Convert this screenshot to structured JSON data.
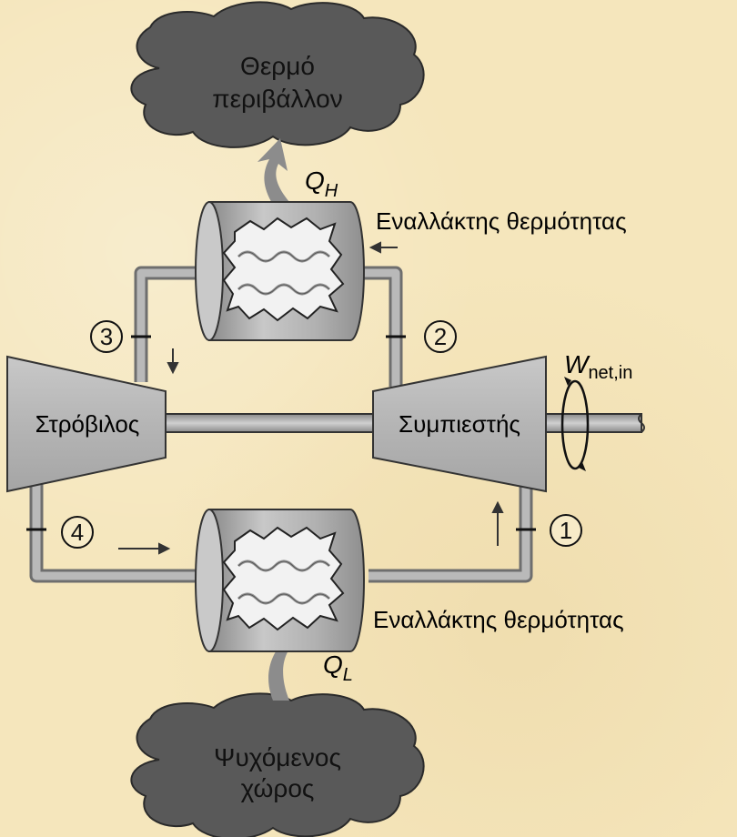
{
  "clouds": {
    "hot": {
      "line1": "Θερμό",
      "line2": "περιβάλλον"
    },
    "cold": {
      "line1": "Ψυχόμενος",
      "line2": "χώρος"
    }
  },
  "heat": {
    "QH": {
      "symbol": "Q",
      "sub": "H"
    },
    "QL": {
      "symbol": "Q",
      "sub": "L"
    }
  },
  "exchanger_top_label": "Εναλλάκτης θερμότητας",
  "exchanger_bottom_label": "Εναλλάκτης θερμότητας",
  "turbine_label": "Στρόβιλος",
  "compressor_label": "Συμπιεστής",
  "work": {
    "symbol": "W",
    "sub": "net,in"
  },
  "states": [
    "3",
    "2",
    "4",
    "1"
  ],
  "colors": {
    "cloud": "#595959",
    "cylinder": "#b3b3b3",
    "pipe": "#9e9e9e",
    "arrow_gray": "#8c8c8c",
    "background": "#f5e6bc"
  }
}
